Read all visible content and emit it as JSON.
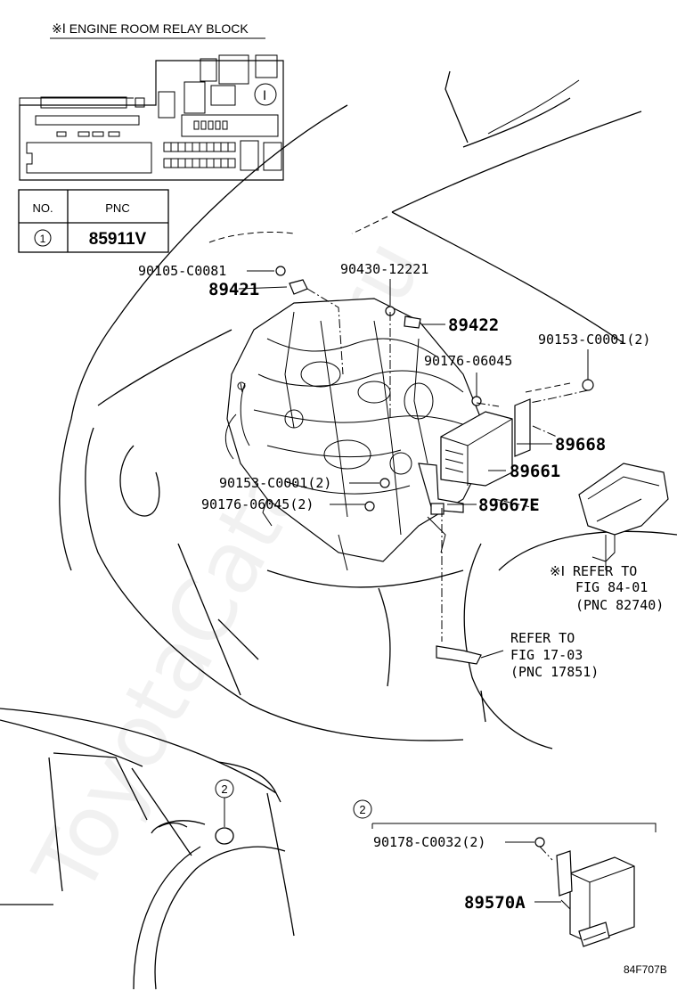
{
  "relay_block": {
    "title": "※Ⅰ ENGINE ROOM RELAY BLOCK",
    "marker": "Ⅰ"
  },
  "pnc_table": {
    "headers": [
      "NO.",
      "PNC"
    ],
    "rows": [
      {
        "no": "1",
        "pnc": "85911V"
      }
    ]
  },
  "callouts": {
    "c1": "90105-C0081",
    "c2": "89421",
    "c3": "90430-12221",
    "c4": "89422",
    "c5": "90153-C0001(2)",
    "c6": "90176-06045",
    "c7": "89668",
    "c8": "89661",
    "c9": "90153-C0001(2)",
    "c10": "90176-06045(2)",
    "c11": "89667E",
    "c12": "90178-C0032(2)",
    "c13": "89570A"
  },
  "refs": {
    "r1": [
      "※Ⅰ REFER TO",
      "FIG 84-01",
      "(PNC 82740)"
    ],
    "r2": [
      "REFER TO",
      "FIG 17-03",
      "(PNC 17851)"
    ]
  },
  "detail_marker": "2",
  "figure_id": "84F707B",
  "watermark": "ToyotaCatalog.ru"
}
